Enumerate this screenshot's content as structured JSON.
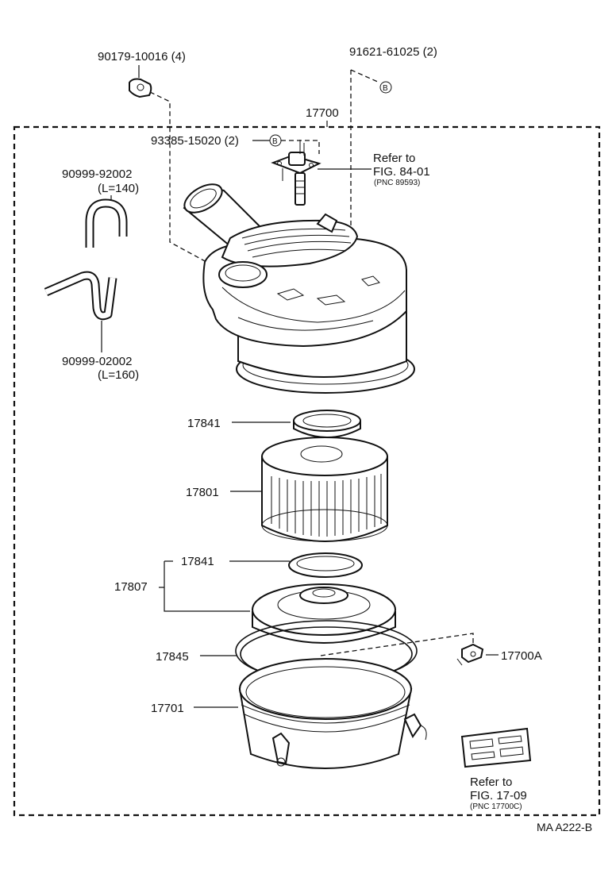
{
  "labels": {
    "bolt": "90179-10016 (4)",
    "screw_top": "91621-61025 (2)",
    "assy": "17700",
    "screw_mid": "93385-15020 (2)",
    "refer1_a": "Refer to",
    "refer1_b": "FIG. 84-01",
    "refer1_c": "(PNC 89593)",
    "hose1_a": "90999-92002",
    "hose1_b": "(L=140)",
    "hose2_a": "90999-02002",
    "hose2_b": "(L=160)",
    "gasket_upper": "17841",
    "element": "17801",
    "gasket_lower": "17841",
    "cap_sub": "17807",
    "seal": "17845",
    "case": "17701",
    "clamp": "17700A",
    "refer2_a": "Refer to",
    "refer2_b": "FIG. 17-09",
    "refer2_c": "(PNC 17700C)",
    "code": "MA A222-B",
    "callout_b": "B"
  }
}
